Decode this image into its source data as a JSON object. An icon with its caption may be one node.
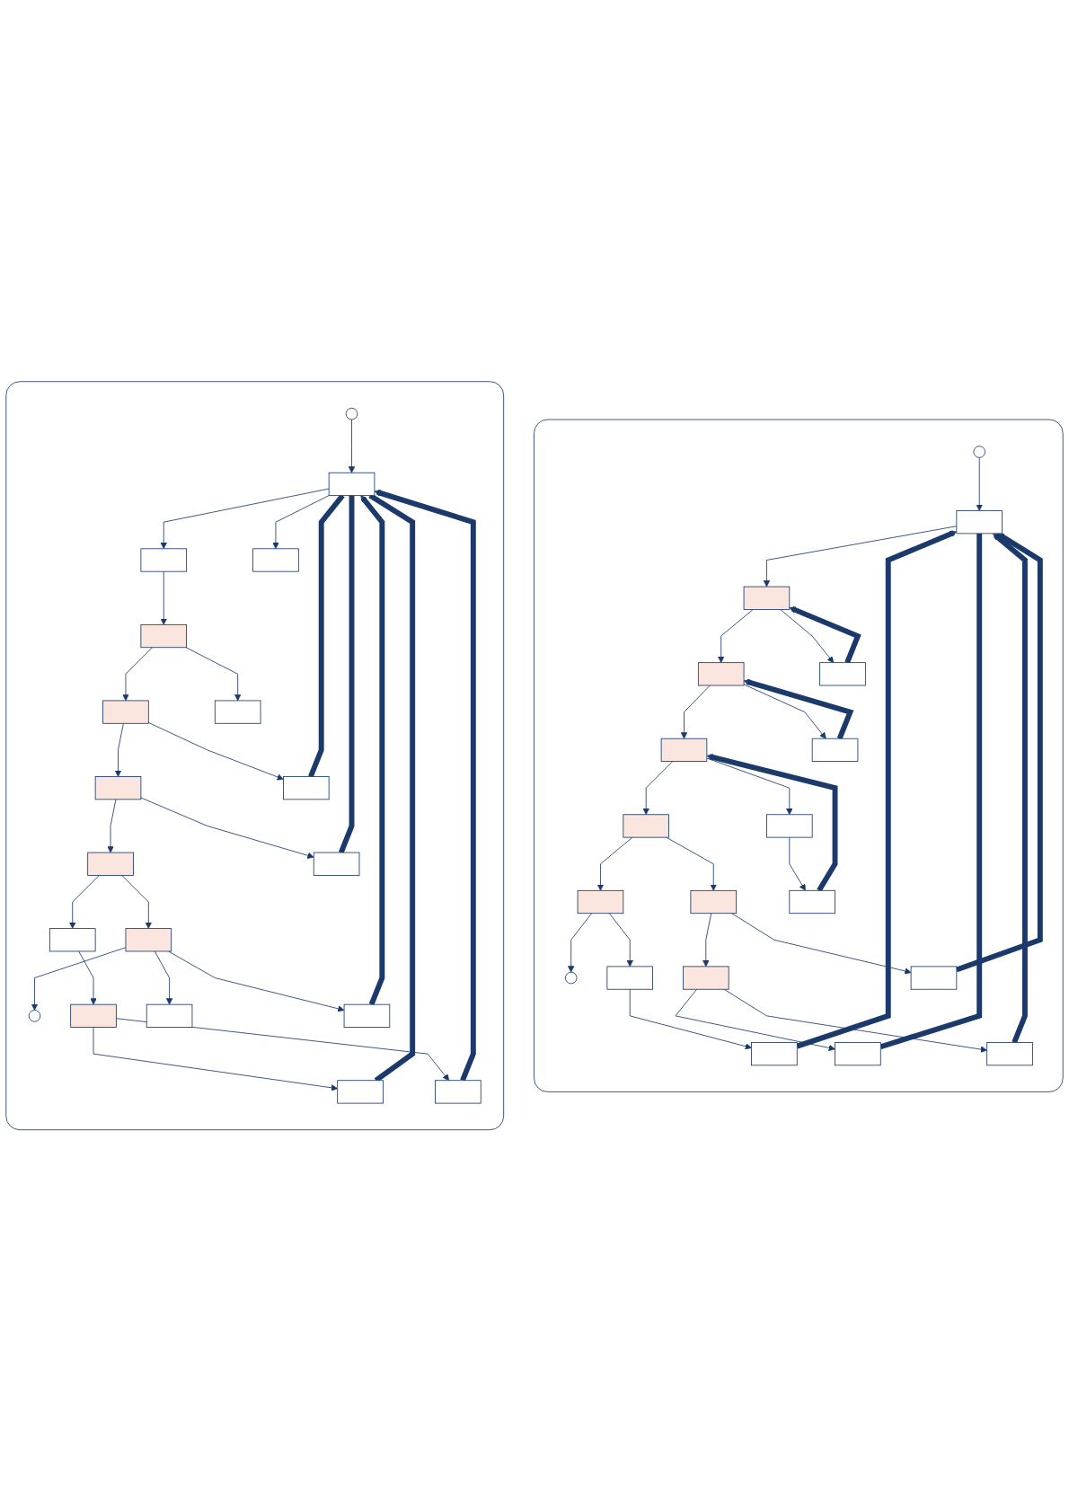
{
  "diagram": {
    "nodes": [
      {
        "text": [],
        "shape": "box"
      },
      {
        "text": [],
        "shape": "ellipse",
        "in": 0
      },
      {
        "text": [],
        "shape": "box",
        "in": 0
      },
      {
        "text": [],
        "shape": "box",
        "in": 0
      },
      {
        "text": [],
        "shape": "box",
        "in": 0
      },
      {
        "text": [],
        "shape": "box",
        "in": 0
      },
      {
        "text": [],
        "shape": "box",
        "in": 0
      },
      {
        "text": [],
        "shape": "box",
        "in": 0
      },
      {
        "text": [],
        "shape": "box",
        "in": 0
      },
      {
        "text": [],
        "shape": "box",
        "in": 0
      },
      {
        "text": [],
        "shape": "box",
        "in": 0
      },
      {
        "text": [],
        "shape": "box",
        "in": 0
      },
      {
        "text": [],
        "shape": "box",
        "in": 0
      },
      {
        "text": [],
        "shape": "box",
        "in": 0
      },
      {
        "text": [],
        "shape": "box",
        "in": 0
      },
      {
        "text": [],
        "shape": "box",
        "in": 0
      },
      {
        "text": [],
        "shape": "box",
        "in": 0
      },
      {
        "text": [],
        "shape": "box",
        "in": 0
      },
      {
        "text": [],
        "shape": "box",
        "in": 0
      },
      {
        "text": [],
        "shape": "ellipse",
        "in": 0
      },
      {
        "text": [],
        "shape": "box"
      },
      {
        "text": [],
        "shape": "ellipse",
        "in": 20
      },
      {
        "text": [],
        "shape": "box",
        "in": 20
      },
      {
        "text": [],
        "shape": "box",
        "in": 20
      },
      {
        "text": [],
        "shape": "box",
        "in": 20
      },
      {
        "text": [],
        "shape": "box",
        "in": 20
      },
      {
        "text": [],
        "shape": "box",
        "in": 20
      },
      {
        "text": [],
        "shape": "box",
        "in": 20
      },
      {
        "text": [],
        "shape": "box",
        "in": 20
      },
      {
        "text": [],
        "shape": "box",
        "in": 20
      },
      {
        "text": [],
        "shape": "box",
        "in": 20
      },
      {
        "text": [],
        "shape": "box",
        "in": 20
      },
      {
        "text": [],
        "shape": "box",
        "in": 20
      },
      {
        "text": [],
        "shape": "box",
        "in": 20
      },
      {
        "text": [],
        "shape": "box",
        "in": 20
      },
      {
        "text": [],
        "shape": "box",
        "in": 20
      },
      {
        "text": [],
        "shape": "box",
        "in": 20
      },
      {
        "text": [],
        "shape": "box",
        "in": 20
      },
      {
        "text": [],
        "shape": "box",
        "in": 20
      },
      {
        "text": [],
        "shape": "ellipse",
        "in": 20
      }
    ],
    "edges": [
      {
        "from": 1,
        "to": 2,
        "arrow": "to"
      },
      {
        "from": 2,
        "to": 3,
        "arrow": "to"
      },
      {
        "from": 3,
        "to": 5,
        "arrow": "to"
      },
      {
        "from": 5,
        "to": 7,
        "arrow": "to"
      },
      {
        "from": 7,
        "to": 10,
        "arrow": "to"
      },
      {
        "from": 10,
        "to": 14,
        "arrow": "to"
      },
      {
        "from": 14,
        "to": 19,
        "arrow": "to"
      },
      {
        "from": 3,
        "to": 4,
        "arrow": "to"
      },
      {
        "from": 5,
        "to": 6,
        "arrow": "to"
      },
      {
        "from": 7,
        "to": 8,
        "arrow": "to"
      },
      {
        "from": 8,
        "to": 9,
        "arrow": "to"
      },
      {
        "from": 10,
        "to": 11,
        "arrow": "to"
      },
      {
        "from": 11,
        "to": 12,
        "arrow": "to"
      },
      {
        "from": 12,
        "to": 13,
        "arrow": "to"
      },
      {
        "from": 11,
        "to": 15,
        "arrow": "to"
      },
      {
        "from": 12,
        "to": 16,
        "arrow": "to"
      },
      {
        "from": 14,
        "to": 17,
        "arrow": "to"
      },
      {
        "from": 17,
        "to": 18,
        "arrow": "to"
      },
      {
        "from": 4,
        "to": 3,
        "arrow": "to",
        "style": "thick",
        "color": "#1b3a6b"
      },
      {
        "from": 6,
        "to": 5,
        "arrow": "to",
        "style": "thick",
        "color": "#1b3a6b"
      },
      {
        "from": 9,
        "to": 7,
        "arrow": "to",
        "style": "thick",
        "color": "#1b3a6b"
      },
      {
        "from": 13,
        "to": 2,
        "arrow": "none",
        "style": "thick",
        "color": "#1b3a6b"
      },
      {
        "from": 16,
        "to": 2,
        "arrow": "to",
        "style": "thick",
        "color": "#1b3a6b"
      },
      {
        "from": 15,
        "to": 2,
        "arrow": "to",
        "style": "thick",
        "color": "#1b3a6b"
      },
      {
        "from": 18,
        "to": 2,
        "arrow": "to",
        "style": "thick",
        "color": "#1b3a6b"
      },
      {
        "from": 21,
        "to": 22,
        "arrow": "to"
      },
      {
        "from": 22,
        "to": 24,
        "arrow": "to"
      },
      {
        "from": 24,
        "to": 25,
        "arrow": "to"
      },
      {
        "from": 25,
        "to": 27,
        "arrow": "to"
      },
      {
        "from": 27,
        "to": 29,
        "arrow": "to"
      },
      {
        "from": 29,
        "to": 31,
        "arrow": "to"
      },
      {
        "from": 31,
        "to": 35,
        "arrow": "to"
      },
      {
        "from": 35,
        "to": 39,
        "arrow": "to"
      },
      {
        "from": 22,
        "to": 23,
        "arrow": "to"
      },
      {
        "from": 25,
        "to": 26,
        "arrow": "to"
      },
      {
        "from": 27,
        "to": 28,
        "arrow": "to"
      },
      {
        "from": 29,
        "to": 30,
        "arrow": "to"
      },
      {
        "from": 31,
        "to": 32,
        "arrow": "to"
      },
      {
        "from": 32,
        "to": 33,
        "arrow": "to"
      },
      {
        "from": 33,
        "to": 34,
        "arrow": "to"
      },
      {
        "from": 33,
        "to": 37,
        "arrow": "to"
      },
      {
        "from": 35,
        "to": 36,
        "arrow": "to"
      },
      {
        "from": 35,
        "to": 38,
        "arrow": "to"
      },
      {
        "from": 28,
        "to": 22,
        "arrow": "none",
        "style": "thick",
        "color": "#1b3a6b"
      },
      {
        "from": 30,
        "to": 22,
        "arrow": "none",
        "style": "thick",
        "color": "#1b3a6b"
      },
      {
        "from": 34,
        "to": 22,
        "arrow": "none",
        "style": "thick",
        "color": "#1b3a6b"
      },
      {
        "from": 37,
        "to": 22,
        "arrow": "to",
        "style": "thick",
        "color": "#1b3a6b"
      },
      {
        "from": 38,
        "to": 22,
        "arrow": "to",
        "style": "thick",
        "color": "#1b3a6b"
      }
    ]
  }
}
